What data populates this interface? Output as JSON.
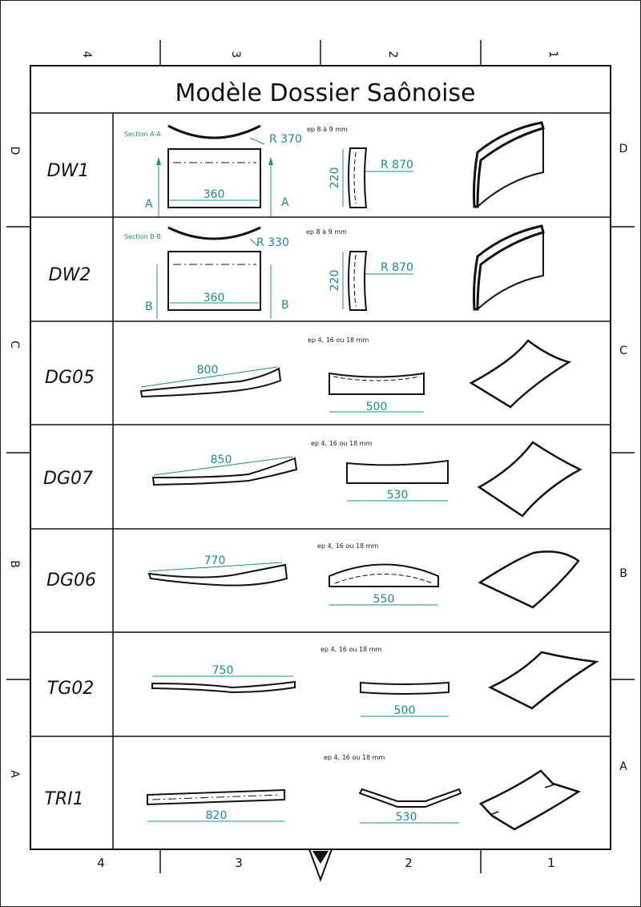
{
  "title": "Modèle Dossier Saônoise",
  "colors": {
    "line": "#111111",
    "dimension": "#1a8c8c"
  },
  "border": {
    "top_numbers": [
      "4",
      "3",
      "2",
      "1"
    ],
    "bottom_numbers": [
      "4",
      "3",
      "2",
      "1"
    ],
    "left_letters": [
      "D",
      "C",
      "B",
      "A"
    ],
    "right_letters": [
      "D",
      "C",
      "B",
      "A"
    ]
  },
  "rows": [
    {
      "code": "DW1",
      "section": "Section A-A",
      "radius": "R 370",
      "thickness": "ep 8 à 9 mm",
      "width": "360",
      "height": "220",
      "radius2": "R 870",
      "arrow_a": "A",
      "arrow_b": "A"
    },
    {
      "code": "DW2",
      "section": "Section B-B",
      "radius": "R 330",
      "thickness": "ep 8 à 9 mm",
      "width": "360",
      "height": "220",
      "radius2": "R 870",
      "arrow_a": "B",
      "arrow_b": "B"
    },
    {
      "code": "DG05",
      "thickness": "ep 4, 16 ou 18 mm",
      "length": "800",
      "width": "500"
    },
    {
      "code": "DG07",
      "thickness": "ep 4, 16 ou 18 mm",
      "length": "850",
      "width": "530"
    },
    {
      "code": "DG06",
      "thickness": "ep 4, 16 ou 18 mm",
      "length": "770",
      "width": "550"
    },
    {
      "code": "TG02",
      "thickness": "ep 4, 16 ou 18 mm",
      "length": "750",
      "width": "500"
    },
    {
      "code": "TRI1",
      "thickness": "ep 4, 16 ou 18 mm",
      "length": "820",
      "width": "530"
    }
  ]
}
